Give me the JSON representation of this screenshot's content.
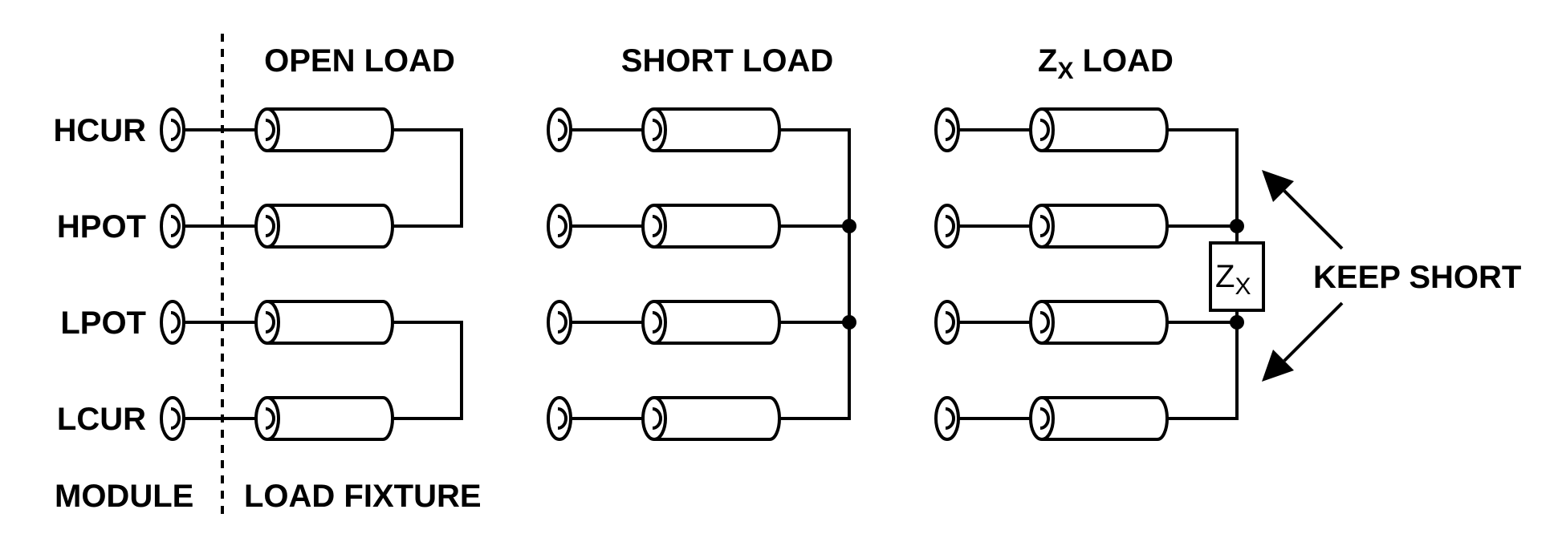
{
  "colors": {
    "ink": "#000000",
    "background": "#ffffff"
  },
  "terminals": [
    "HCUR",
    "HPOT",
    "LPOT",
    "LCUR"
  ],
  "sections": {
    "module": "MODULE",
    "fixture": "LOAD FIXTURE"
  },
  "panels": [
    {
      "id": "open",
      "title": "OPEN LOAD",
      "topology": "open"
    },
    {
      "id": "short",
      "title": "SHORT LOAD",
      "topology": "short"
    },
    {
      "id": "zx",
      "title_main": "Z",
      "title_sub": "X",
      "title_rest": " LOAD",
      "topology": "zx"
    }
  ],
  "component": {
    "main": "Z",
    "sub": "X"
  },
  "annotation": "KEEP SHORT"
}
